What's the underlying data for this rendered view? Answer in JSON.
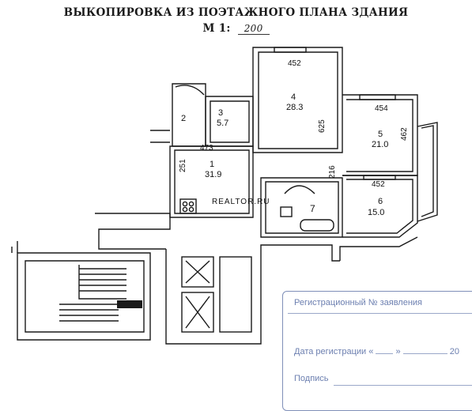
{
  "header": {
    "title": "ВЫКОПИРОВКА ИЗ ПОЭТАЖНОГО ПЛАНА ЗДАНИЯ",
    "scale_prefix": "М 1:",
    "scale_value": "200"
  },
  "rooms": [
    {
      "number": "1",
      "area": "31.9"
    },
    {
      "number": "2",
      "area": ""
    },
    {
      "number": "3",
      "area": "5.7"
    },
    {
      "number": "4",
      "area": "28.3"
    },
    {
      "number": "5",
      "area": "21.0"
    },
    {
      "number": "6",
      "area": "15.0"
    },
    {
      "number": "7",
      "area": ""
    }
  ],
  "dimensions": [
    "452",
    "625",
    "473",
    "251",
    "216",
    "454",
    "462",
    "452"
  ],
  "watermark": "REALTOR.RU",
  "stamp": {
    "reg_number": "Регистрационный № заявления",
    "reg_date_prefix": "Дата регистрации «",
    "reg_date_mid": "»",
    "reg_date_year": "20",
    "signature": "Подпись"
  },
  "colors": {
    "ink": "#1a1a1a",
    "stamp": "#6c7fb0"
  }
}
